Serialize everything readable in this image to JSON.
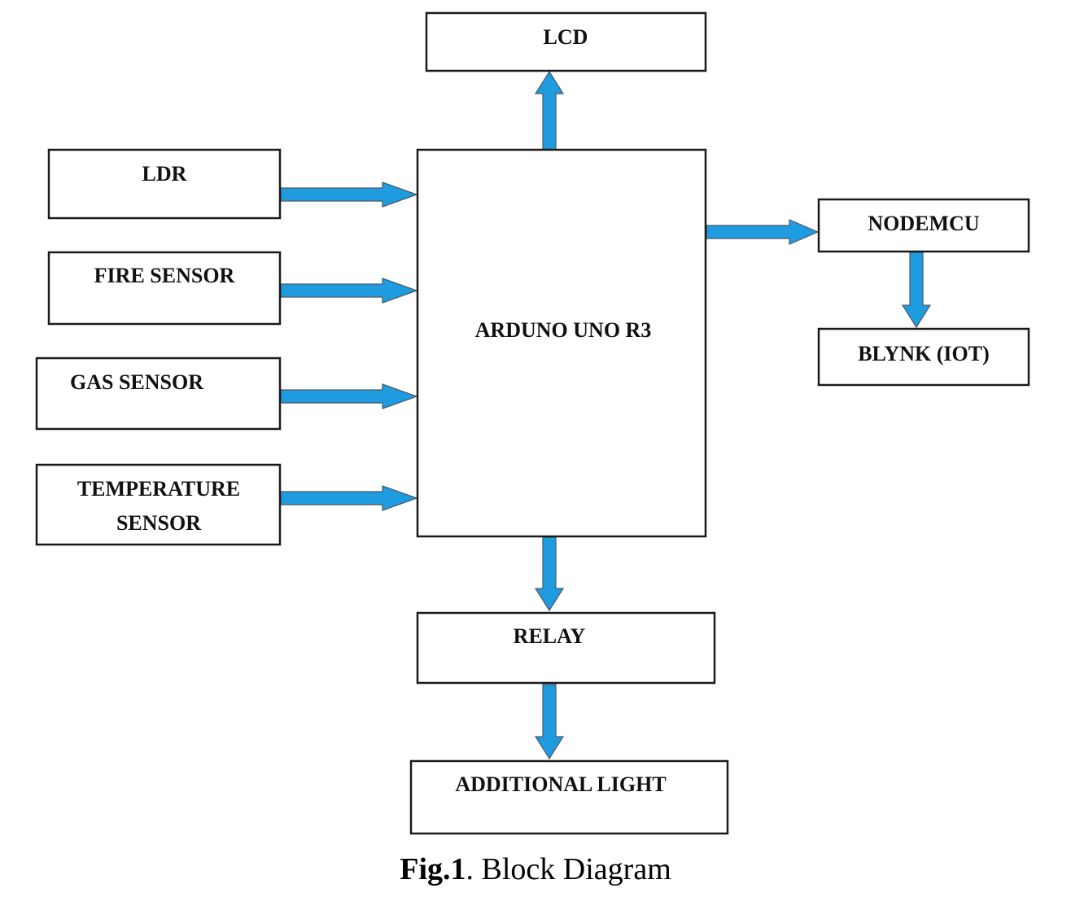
{
  "blocks": {
    "lcd": "LCD",
    "ldr": "LDR",
    "fire_sensor": "FIRE SENSOR",
    "gas_sensor": "GAS SENSOR",
    "temperature_sensor": [
      "TEMPERATURE",
      "SENSOR"
    ],
    "arduino": "ARDUNO UNO R3",
    "nodemcu": "NODEMCU",
    "blynk": "BLYNK (IOT)",
    "relay": "RELAY",
    "additional_light": "ADDITIONAL LIGHT"
  },
  "connections": [
    {
      "from": "ldr",
      "to": "arduino"
    },
    {
      "from": "fire_sensor",
      "to": "arduino"
    },
    {
      "from": "gas_sensor",
      "to": "arduino"
    },
    {
      "from": "temperature_sensor",
      "to": "arduino"
    },
    {
      "from": "arduino",
      "to": "lcd"
    },
    {
      "from": "arduino",
      "to": "nodemcu"
    },
    {
      "from": "nodemcu",
      "to": "blynk"
    },
    {
      "from": "arduino",
      "to": "relay"
    },
    {
      "from": "relay",
      "to": "additional_light"
    }
  ],
  "caption": {
    "label": "Fig.1",
    "text": ". Block Diagram"
  },
  "colors": {
    "arrow_fill": "#1f9be0",
    "box_stroke": "#1a1a1a"
  }
}
